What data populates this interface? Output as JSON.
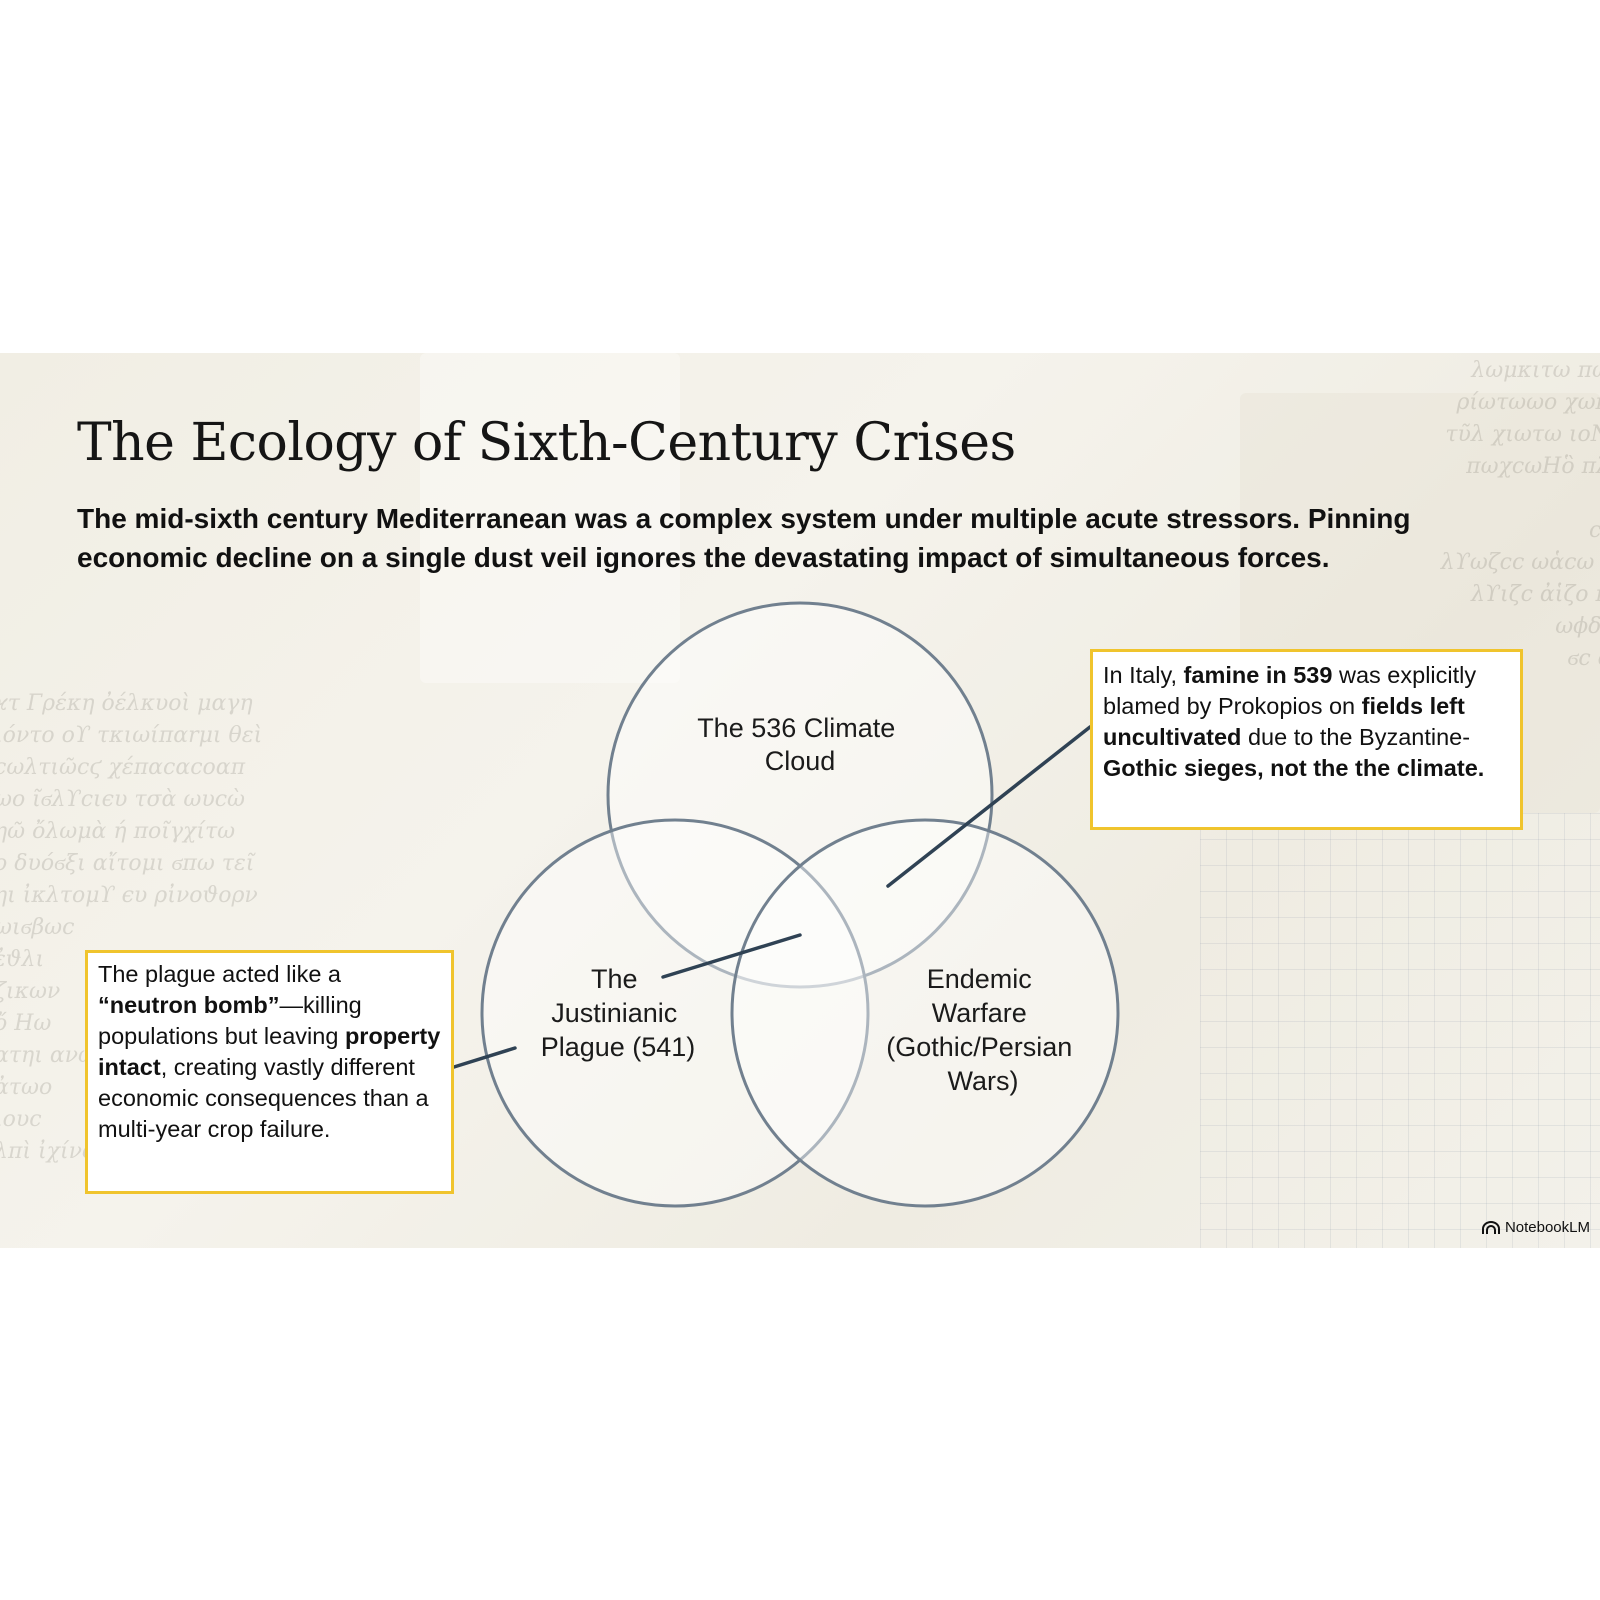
{
  "slide": {
    "title": "The Ecology of Sixth-Century Crises",
    "subtitle": "The mid-sixth century Mediterranean was a complex system under multiple acute stressors. Pinning economic decline on a single dust veil ignores the devastating impact of simultaneous forces."
  },
  "venn": {
    "circle_top": [
      "The 536 Climate",
      "Cloud"
    ],
    "circle_left": [
      "The",
      "Justinianic",
      "Plague (541)"
    ],
    "circle_right": [
      "Endemic",
      "Warfare",
      "(Gothic/Persian",
      "Wars)"
    ],
    "stroke_color": "#71808f",
    "leader_color": "#2f4254"
  },
  "callout_right": {
    "t1": "In Italy, ",
    "b1": "famine in 539",
    "t2": " was explicitly blamed by Prokopios on ",
    "b2": "fields left uncultivated",
    "t3": " due to the Byzantine-",
    "b3": "Gothic sieges, not the the climate.",
    "border_color": "#f0c42d"
  },
  "callout_left": {
    "t1": "The plague acted like a ",
    "b1": "“neutron bomb”",
    "t2": "—killing populations but leaving ",
    "b2": "property intact",
    "t3": ", creating vastly different economic consequences than a multi-year crop failure.",
    "border_color": "#f0c42d"
  },
  "brand": {
    "label": "NotebookLM",
    "icon": "notebooklm-logo-icon"
  }
}
